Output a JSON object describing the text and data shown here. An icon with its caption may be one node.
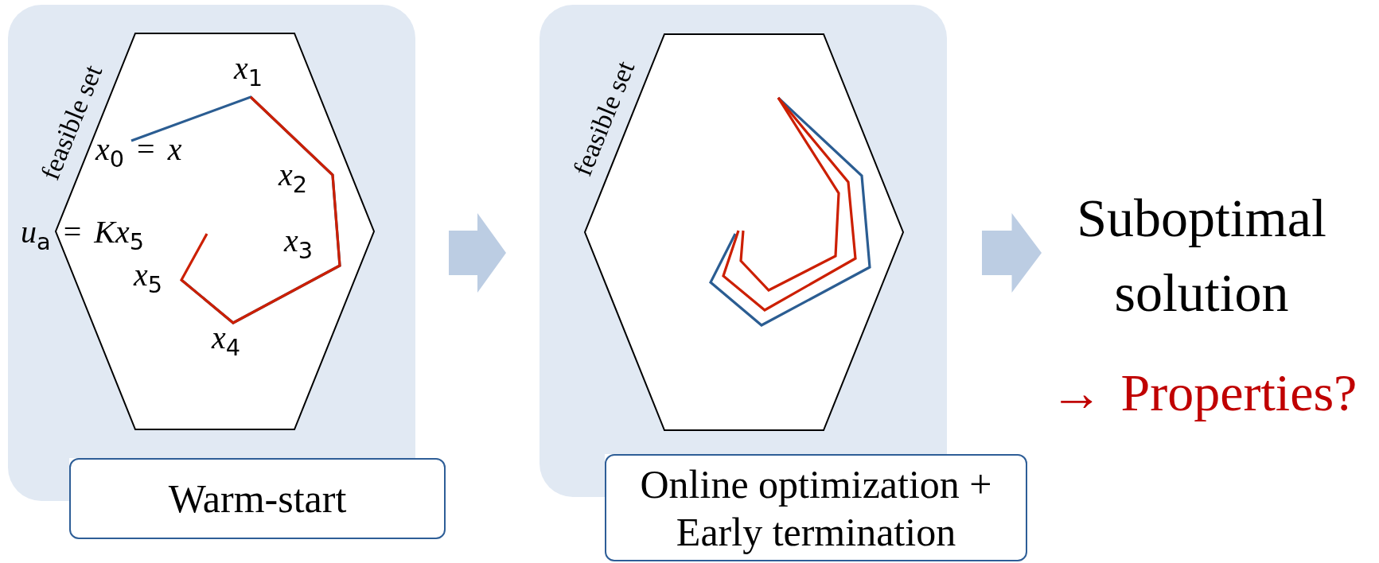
{
  "diagram": {
    "nodes": [
      {
        "text": [],
        "shape": "box"
      },
      {
        "text": [
          "feasible set"
        ],
        "in": 0
      },
      {
        "text": [
          "Warm-start"
        ]
      },
      {
        "text": [],
        "shape": "box"
      },
      {
        "text": [
          "feasible set"
        ],
        "in": 3
      },
      {
        "text": [
          "Online optimization + Early termination"
        ]
      },
      {
        "text": [
          "Suboptimal solution"
        ]
      }
    ],
    "edges": [
      {
        "from": 0,
        "to": 3,
        "arrow": "to"
      },
      {
        "from": 3,
        "to": 6,
        "arrow": "to"
      }
    ],
    "labels": [
      "*x*$_{1}$",
      "*x*$_{0}$ = *x*",
      "*x*$_{2}$",
      "*u*$_{a}$ = *Kx*$_{5}$",
      "*x*$_{3}$",
      "*x*$_{5}$",
      "*x*$_{4}$",
      "→ Properties?"
    ]
  }
}
